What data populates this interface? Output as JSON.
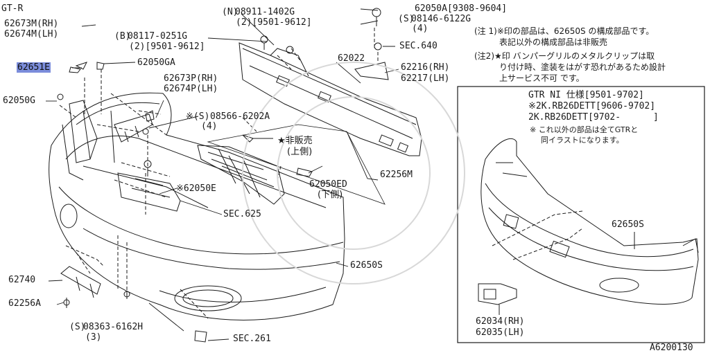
{
  "header": {
    "model": "GT-R"
  },
  "callouts": {
    "p62673m": "62673M(RH)",
    "p62674m": "62674M(LH)",
    "p62651e": "62651E",
    "p62050g": "62050G",
    "p08117": "08117-0251G",
    "p08117_qty": "(2)[9501-9612]",
    "p62050ga": "62050GA",
    "p08911": "08911-1402G",
    "p08911_qty": "(2)[9501-9612]",
    "p62050a": "62050A[9308-9604]",
    "p08146": "08146-6122G",
    "p08146_qty": "(4)",
    "sec640": "SEC.640",
    "p62022": "62022",
    "p62216": "62216(RH)",
    "p62217": "62217(LH)",
    "p62673p": "62673P(RH)",
    "p62674p": "62674P(LH)",
    "p08566": "08566-6202A",
    "p08566_qty": "(4)",
    "nonsale": "★非販売",
    "nonsale_upper": "(上側)",
    "p62050e": "※62050E",
    "p62256m": "62256M",
    "p62050ed": "62050ED",
    "lower": "(下側)",
    "sec625": "SEC.625",
    "p62650s": "62650S",
    "p62740": "62740",
    "p62256a": "62256A",
    "p08363": "08363-6162H",
    "p08363_qty": "(3)",
    "sec261": "SEC.261",
    "inset_62650s": "62650S",
    "p62034": "62034(RH)",
    "p62035": "62035(LH)",
    "diagram_id": "A6200130"
  },
  "notes": {
    "n1_line1": "(注 1)※印の部品は、62650S の構成部品です。",
    "n1_line2": "表記以外の構成部品は非販売",
    "n2_line1": "(注2)★印 バンパーグリルのメタルクリップは取",
    "n2_line2": "り付け時、塗装をはがす恐れがあるため設計",
    "n2_line3": "上サービス不可 です。"
  },
  "inset": {
    "line1": "GTR NI 仕様[9501-9702]",
    "line2": "※2K.RB26DETT[9606-9702]",
    "line3": "2K.RB26DETT[9702-      ]",
    "line4": "※ これ以外の部品は全てGTRと",
    "line5": "同イラストになります。"
  },
  "symbols": {
    "N": "N",
    "B": "B",
    "S": "S"
  },
  "colors": {
    "line": "#1a1a1a",
    "highlight": "#7b8ddb"
  }
}
